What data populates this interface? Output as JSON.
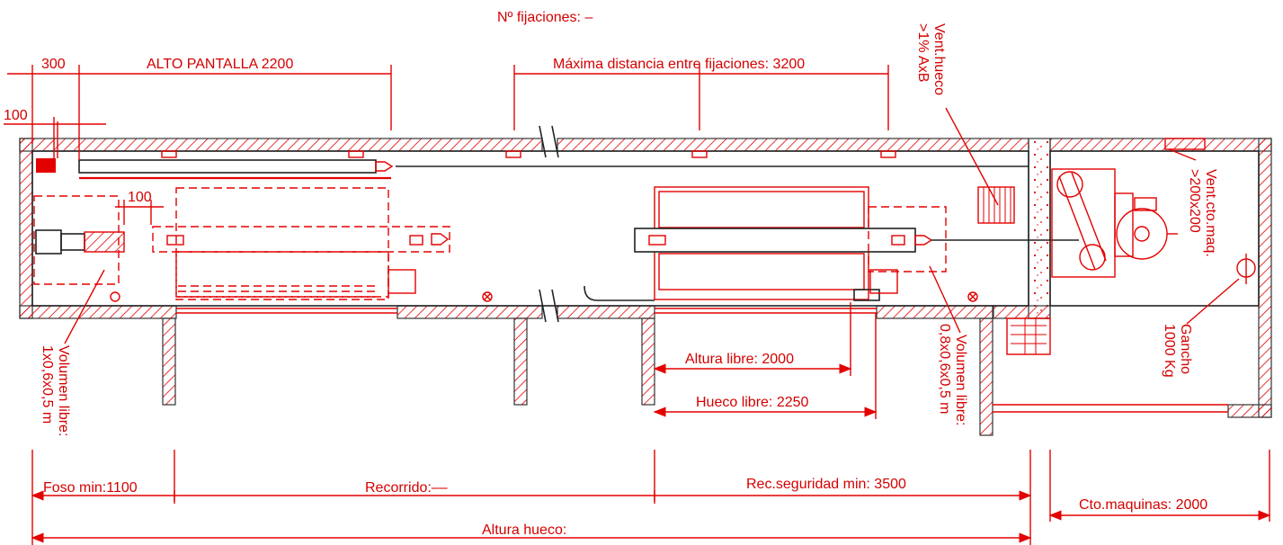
{
  "header": {
    "fixings_label": "Nº fijaciones:  –"
  },
  "top_dims": {
    "d300": "300",
    "screen_height": "ALTO  PANTALLA   2200",
    "d100_top": "100",
    "max_distance": "Máxima  distancia  entre  fijaciones:  3200"
  },
  "labels": {
    "d100_mid": "100",
    "vent_hueco": [
      "Vent.hueco",
      ">1% AxB"
    ],
    "vent_cto": [
      "Vent.cto.maq.",
      ">200x200"
    ],
    "gancho": [
      "Gancho",
      "1000  Kg"
    ],
    "vol_left": [
      "Volumen  libre:",
      "1x0,6x0,5  m"
    ],
    "vol_right": [
      "Volumen  libre:",
      "0,8x0,6x0,5  m"
    ],
    "altura_libre": "Altura  libre:  2000",
    "hueco_libre": "Hueco  libre:  2250"
  },
  "bottom_dims": {
    "foso": "Foso  min:1100",
    "recorrido": "Recorrido:––",
    "rec_seguridad": "Rec.seguridad  min:  3500",
    "cto_maquinas": "Cto.maquinas:  2000",
    "altura_hueco": "Altura  hueco:"
  },
  "colors": {
    "line": "#e30000",
    "structure": "#222222"
  }
}
